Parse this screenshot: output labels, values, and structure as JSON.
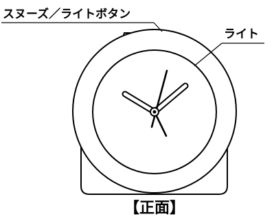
{
  "labels": {
    "snooze_light_button": "スヌーズ／ライトボタン",
    "light": "ライト",
    "caption": "【正面】"
  }
}
